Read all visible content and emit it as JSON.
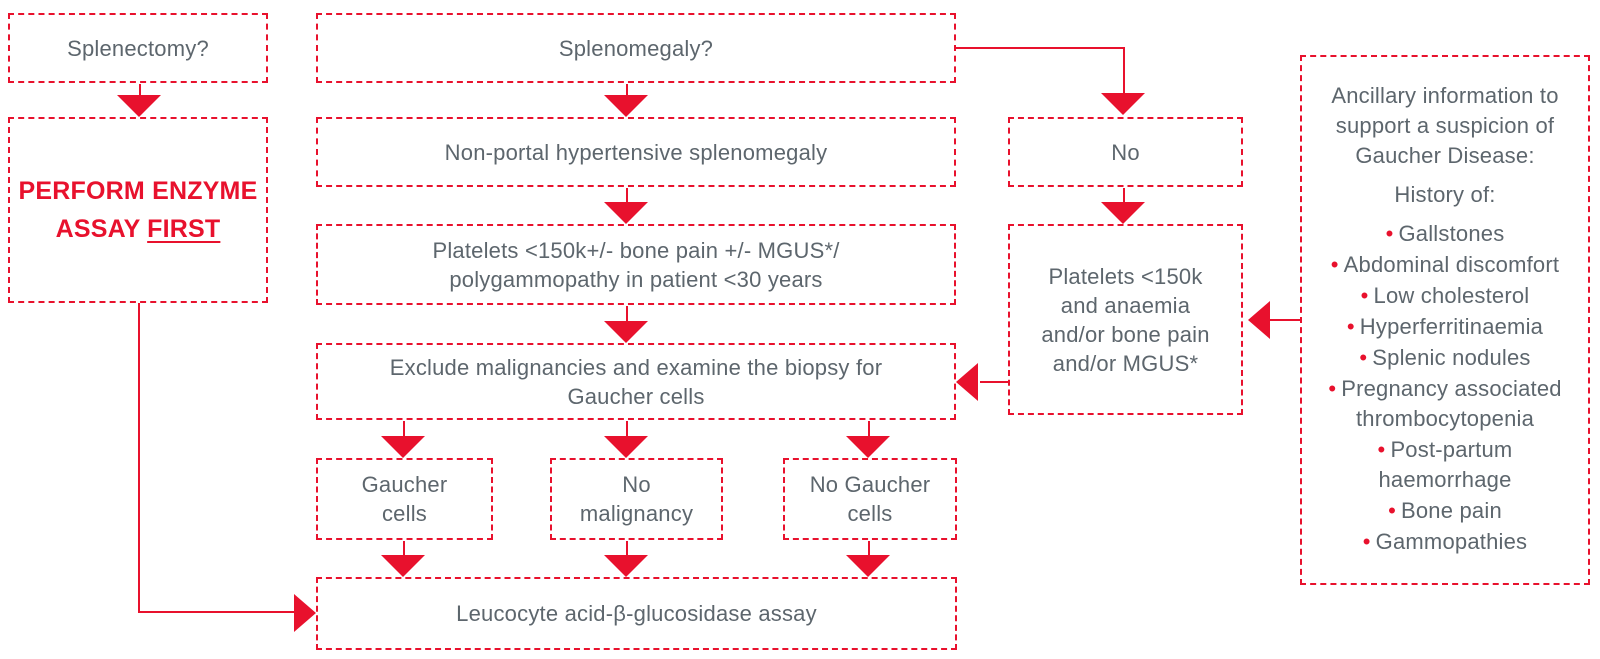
{
  "colors": {
    "accent_red": "#e8112d",
    "text_gray": "#5d666d"
  },
  "icons": {
    "bullet_glyph": "•"
  },
  "flowchart": {
    "splenectomy": {
      "label": "Splenectomy?"
    },
    "perform_enzyme": {
      "line1": "PERFORM ENZYME",
      "line2_prefix": "ASSAY ",
      "line2_underlined": "FIRST"
    },
    "splenomegaly": {
      "label": "Splenomegaly?"
    },
    "non_portal": {
      "label": "Non-portal hypertensive splenomegaly"
    },
    "platelets_center": {
      "lines": [
        "Platelets <150k+/- bone pain +/- MGUS*/",
        "polygammopathy in patient <30 years"
      ]
    },
    "exclude_malignancies": {
      "lines": [
        "Exclude malignancies and examine the biopsy for",
        "Gaucher cells"
      ]
    },
    "gaucher_cells": {
      "lines": [
        "Gaucher",
        "cells"
      ]
    },
    "no_malignancy": {
      "lines": [
        "No",
        "malignancy"
      ]
    },
    "no_gaucher_cells": {
      "lines": [
        "No Gaucher",
        "cells"
      ]
    },
    "leucocyte_assay": {
      "label": "Leucocyte acid-β-glucosidase assay"
    },
    "no_branch": {
      "label": "No"
    },
    "platelets_right": {
      "lines": [
        "Platelets <150k",
        "and anaemia",
        "and/or bone pain",
        "and/or MGUS*"
      ]
    }
  },
  "ancillary_panel": {
    "title_lines": [
      "Ancillary information to",
      "support a suspicion of",
      "Gaucher Disease:"
    ],
    "subtitle": "History of:",
    "items": [
      {
        "lines": [
          "Gallstones"
        ]
      },
      {
        "lines": [
          "Abdominal discomfort"
        ]
      },
      {
        "lines": [
          "Low cholesterol"
        ]
      },
      {
        "lines": [
          "Hyperferritinaemia"
        ]
      },
      {
        "lines": [
          "Splenic nodules"
        ]
      },
      {
        "lines": [
          "Pregnancy associated",
          "thrombocytopenia"
        ]
      },
      {
        "lines": [
          "Post-partum",
          "haemorrhage"
        ]
      },
      {
        "lines": [
          "Bone pain"
        ]
      },
      {
        "lines": [
          "Gammopathies"
        ]
      }
    ]
  }
}
